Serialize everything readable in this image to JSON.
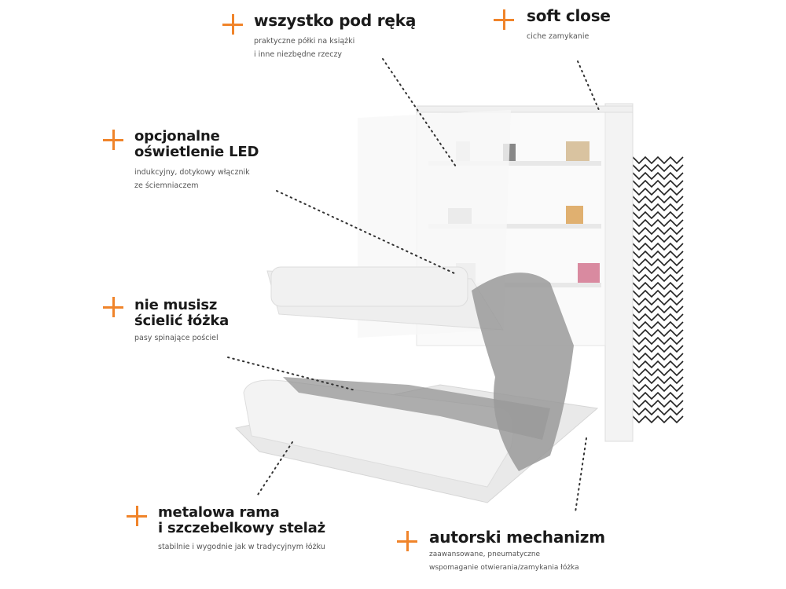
{
  "features": [
    {
      "title": [
        "wszystko pod ręką"
      ],
      "sub": [
        "praktyczne półki na książki",
        "i inne niezbędne rzeczy"
      ]
    },
    {
      "title": [
        "soft close"
      ],
      "sub": [
        "ciche zamykanie"
      ]
    },
    {
      "title": [
        "opcjonalne",
        "oświetlenie LED"
      ],
      "sub": [
        "indukcyjny, dotykowy włącznik",
        "ze ściemniaczem"
      ]
    },
    {
      "title": [
        "nie musisz",
        "ścielić łóżka"
      ],
      "sub": [
        "pasy spinające pościel"
      ]
    },
    {
      "title": [
        "metalowa rama",
        "i szczebelkowy stelaż"
      ],
      "sub": [
        "stabilnie i wygodnie jak w tradycyjnym łóżku"
      ]
    },
    {
      "title": [
        "autorski mechanizm"
      ],
      "sub": [
        "zaawansowane, pneumatyczne",
        "wspomaganie otwierania/zamykania łóżka"
      ]
    }
  ],
  "colors": {
    "accent": "#f0842a",
    "text": "#1a1a1a",
    "sub": "#555555"
  }
}
